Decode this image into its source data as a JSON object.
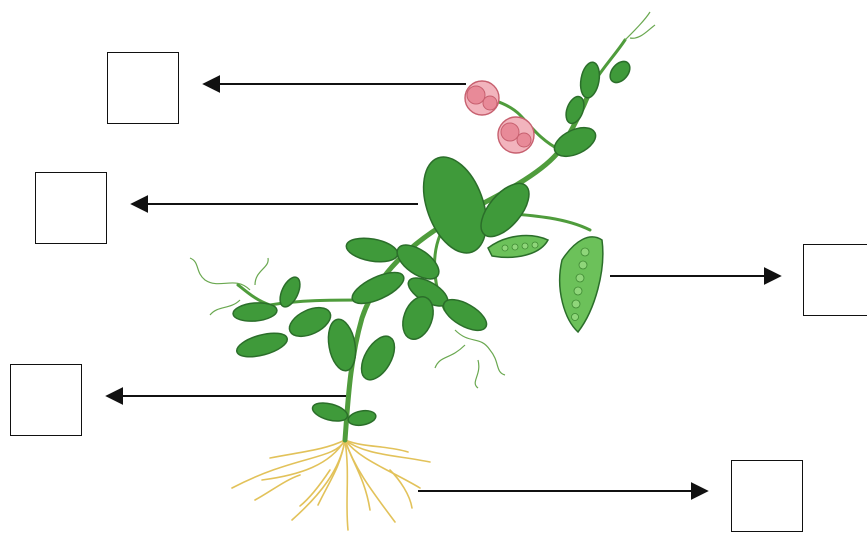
{
  "diagram": {
    "subject": "pea plant",
    "label_boxes": [
      {
        "part": "flower",
        "answer": ""
      },
      {
        "part": "leaf",
        "answer": ""
      },
      {
        "part": "pod",
        "answer": ""
      },
      {
        "part": "stem",
        "answer": ""
      },
      {
        "part": "root",
        "answer": ""
      }
    ]
  },
  "colors": {
    "leaf_green": "#3f9a3a",
    "leaf_dark": "#2b6e2a",
    "stem_green": "#4f9c3c",
    "flower_pink": "#e88a98",
    "root_yellow": "#e2c25a",
    "arrow_black": "#111111"
  }
}
